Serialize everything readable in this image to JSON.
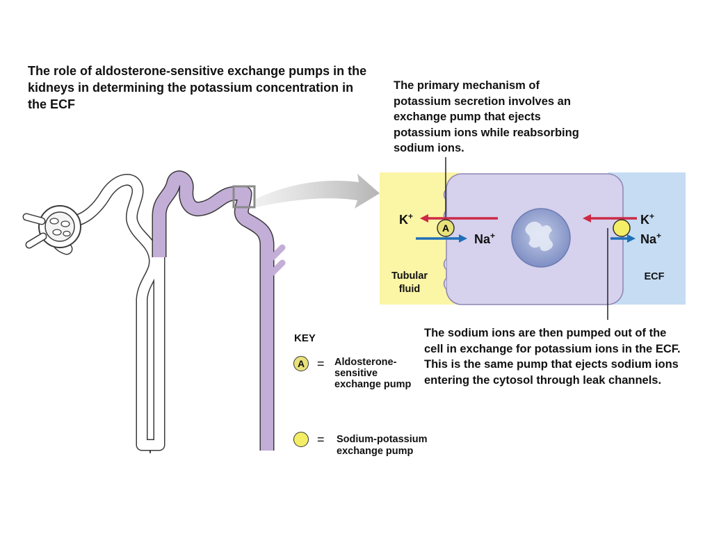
{
  "title": "The role of aldosterone-sensitive exchange pumps in the kidneys in determining the potassium concentration in the ECF",
  "note_top": "The primary mechanism of potassium secretion involves an exchange pump that ejects potassium ions while reabsorbing sodium ions.",
  "note_bottom": "The sodium ions are then pumped out of the cell in exchange for potassium ions in the ECF. This is the same pump that ejects sodium ions entering the cytosol through leak channels.",
  "cell": {
    "left_k": "K",
    "left_na": "Na",
    "right_k": "K",
    "right_na": "Na",
    "charge": "+",
    "pump_letter": "A",
    "tubular_line1": "Tubular",
    "tubular_line2": "fluid",
    "ecf_label": "ECF"
  },
  "key": {
    "title": "KEY",
    "equals": "=",
    "aldo_letter": "A",
    "aldo_label": "Aldosterone-sensitive exchange pump",
    "sodium_label": "Sodium-potassium exchange pump"
  },
  "colors": {
    "tubular_fluid": "#fbf5a6",
    "ecf": "#c5dcf3",
    "cell": "#d6d1ec",
    "purple_segment": "#c3aed7",
    "k_arrow": "#cc2a46",
    "na_arrow": "#1f6fb8",
    "pump_yellow": "#f4ee66"
  }
}
